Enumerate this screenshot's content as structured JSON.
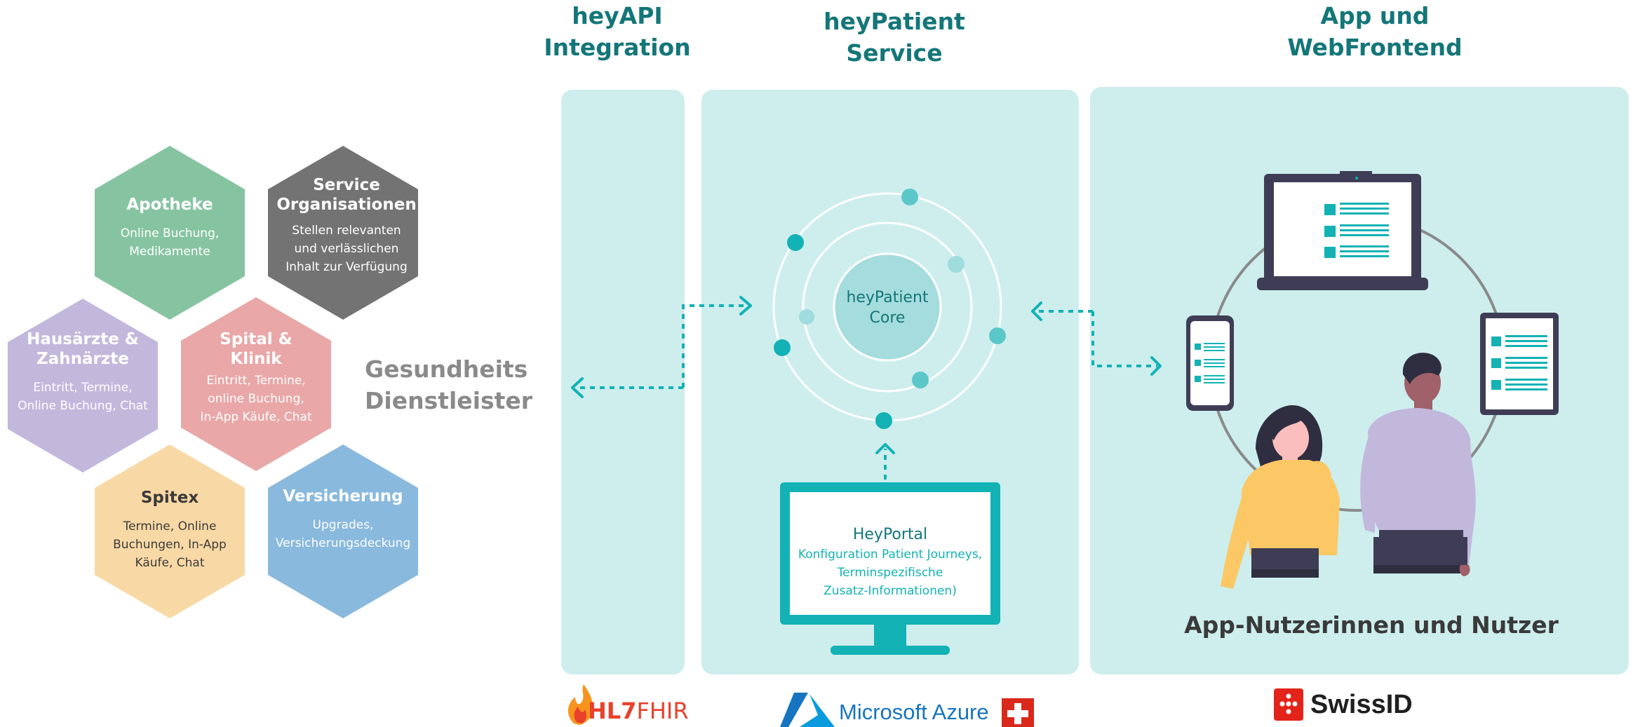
{
  "columns": {
    "api": {
      "line1": "heyAPI",
      "line2": "Integration"
    },
    "patient": {
      "line1": "heyPatient",
      "line2": "Service"
    },
    "app": {
      "line1": "App und",
      "line2": "WebFrontend"
    }
  },
  "providers": {
    "label_line1": "Gesundheits",
    "label_line2": "Dienstleister",
    "hexagons": [
      {
        "title_line1": "Apotheke",
        "title_line2": "",
        "desc": [
          "Online Buchung,",
          "Medikamente"
        ],
        "color": "#86c4a1"
      },
      {
        "title_line1": "Service",
        "title_line2": "Organisationen",
        "desc": [
          "Stellen relevanten",
          "und verlässlichen",
          "Inhalt zur Verfügung"
        ],
        "color": "#737373"
      },
      {
        "title_line1": "Hausärzte &",
        "title_line2": "Zahnärzte",
        "desc": [
          "Eintritt, Termine,",
          "Online Buchung, Chat"
        ],
        "color": "#c2b8dc"
      },
      {
        "title_line1": "Spital &",
        "title_line2": "Klinik",
        "desc": [
          "Eintritt, Termine,",
          "online Buchung,",
          "In-App Käufe, Chat"
        ],
        "color": "#e9a7a7"
      },
      {
        "title_line1": "Spitex",
        "title_line2": "",
        "desc": [
          "Termine, Online",
          "Buchungen, In-App",
          "Käufe, Chat"
        ],
        "color": "#f8d9a5"
      },
      {
        "title_line1": "Versicherung",
        "title_line2": "",
        "desc": [
          "Upgrades,",
          "Versicherungsdeckung"
        ],
        "color": "#89b9dd"
      }
    ]
  },
  "core": {
    "line1": "heyPatient",
    "line2": "Core"
  },
  "portal": {
    "title": "HeyPortal",
    "desc": [
      "Konfiguration Patient Journeys,",
      "Terminspezifische",
      "Zusatz-Informationen)"
    ]
  },
  "users_label": "App-Nutzerinnen und Nutzer",
  "logos": {
    "hl7": "HL7",
    "fhir": "FHIR",
    "azure": "Microsoft Azure",
    "swissid": "SwissID"
  },
  "colors": {
    "teal_title": "#147679",
    "panel_bg": "#cdeeed",
    "teal_accent": "#12b2b5",
    "provider_label": "#8a8a8a"
  },
  "icons": [
    "hexagon",
    "orbit-dots",
    "dotted-arrow",
    "monitor",
    "laptop",
    "phone",
    "tablet",
    "person-woman",
    "person-man",
    "flame",
    "azure-logo",
    "swiss-flag",
    "swissid-logo"
  ]
}
